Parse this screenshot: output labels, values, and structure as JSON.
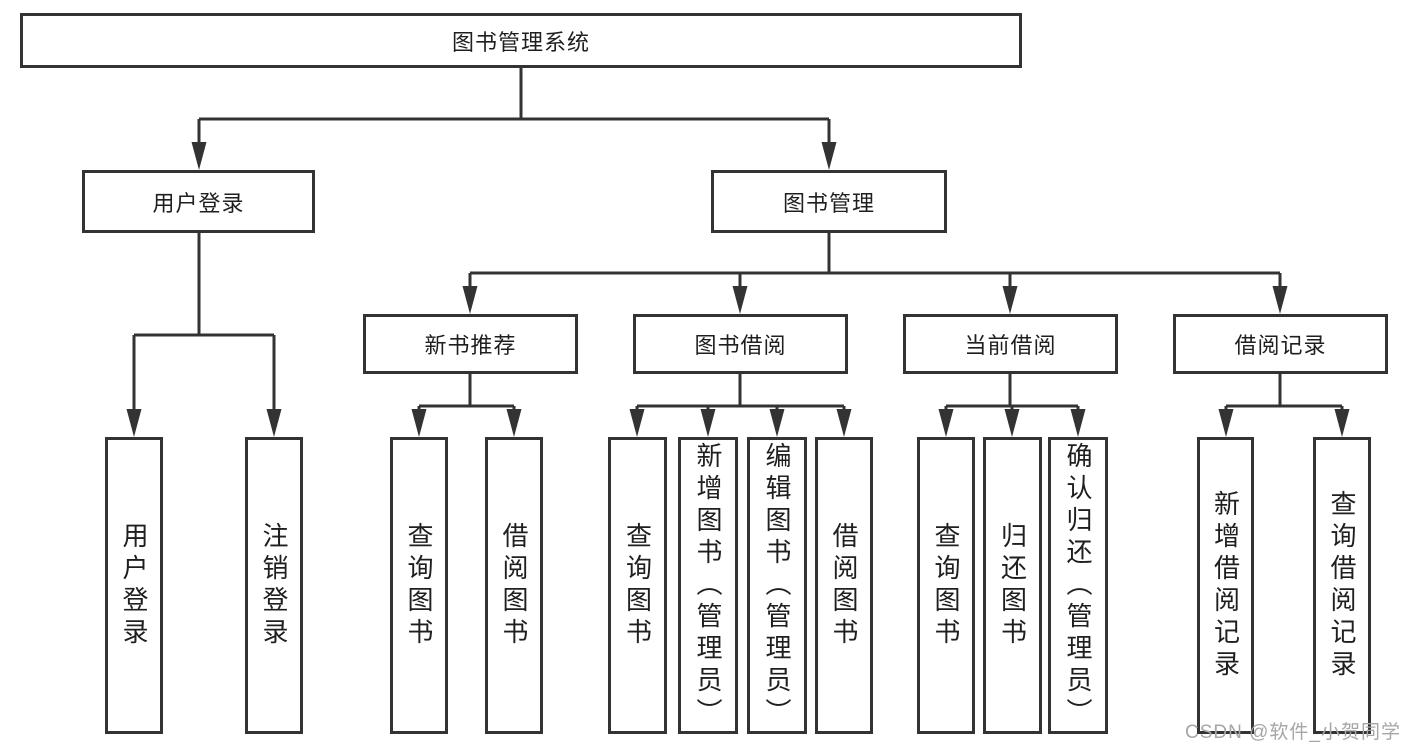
{
  "nodes": {
    "root": {
      "label": "图书管理系统"
    },
    "level2": [
      {
        "label": "用户登录"
      },
      {
        "label": "图书管理"
      }
    ],
    "modules": [
      {
        "label": "新书推荐"
      },
      {
        "label": "图书借阅"
      },
      {
        "label": "当前借阅"
      },
      {
        "label": "借阅记录"
      }
    ],
    "leaves": {
      "user_login": [
        "用户登录",
        "注销登录"
      ],
      "new_book": [
        "查询图书",
        "借阅图书"
      ],
      "book_borrow": [
        "查询图书",
        "新增图书（管理员）",
        "编辑图书（管理员）",
        "借阅图书"
      ],
      "current_borrow": [
        "查询图书",
        "归还图书",
        "确认归还（管理员）"
      ],
      "borrow_records": [
        "新增借阅记录",
        "查询借阅记录"
      ]
    }
  },
  "watermark": {
    "text": "CSDN @软件_小贺同学"
  },
  "colors": {
    "line": "#333333",
    "text": "#1f1f1f",
    "watermark": "#a6a6a6",
    "background": "#ffffff"
  }
}
